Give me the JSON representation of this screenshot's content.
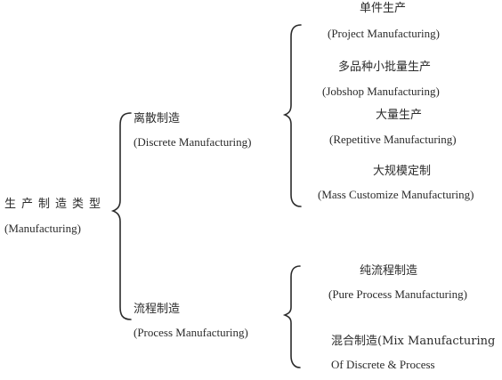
{
  "root": {
    "zh": "生产制造类型",
    "en": "(Manufacturing)"
  },
  "discrete": {
    "zh": "离散制造",
    "en": "(Discrete Manufacturing)",
    "children": [
      {
        "zh": "单件生产",
        "en": "(Project Manufacturing)"
      },
      {
        "zh": "多品种小批量生产",
        "en": "(Jobshop Manufacturing)"
      },
      {
        "zh": "大量生产",
        "en": "(Repetitive Manufacturing)"
      },
      {
        "zh": "大规模定制",
        "en": "(Mass Customize Manufacturing)"
      }
    ]
  },
  "process": {
    "zh": "流程制造",
    "en": "(Process Manufacturing)",
    "children": [
      {
        "zh": "纯流程制造",
        "en": "(Pure Process Manufacturing)"
      },
      {
        "zh": "混合制造(Mix Manufacturing",
        "en": "Of Discrete & Process"
      }
    ]
  }
}
